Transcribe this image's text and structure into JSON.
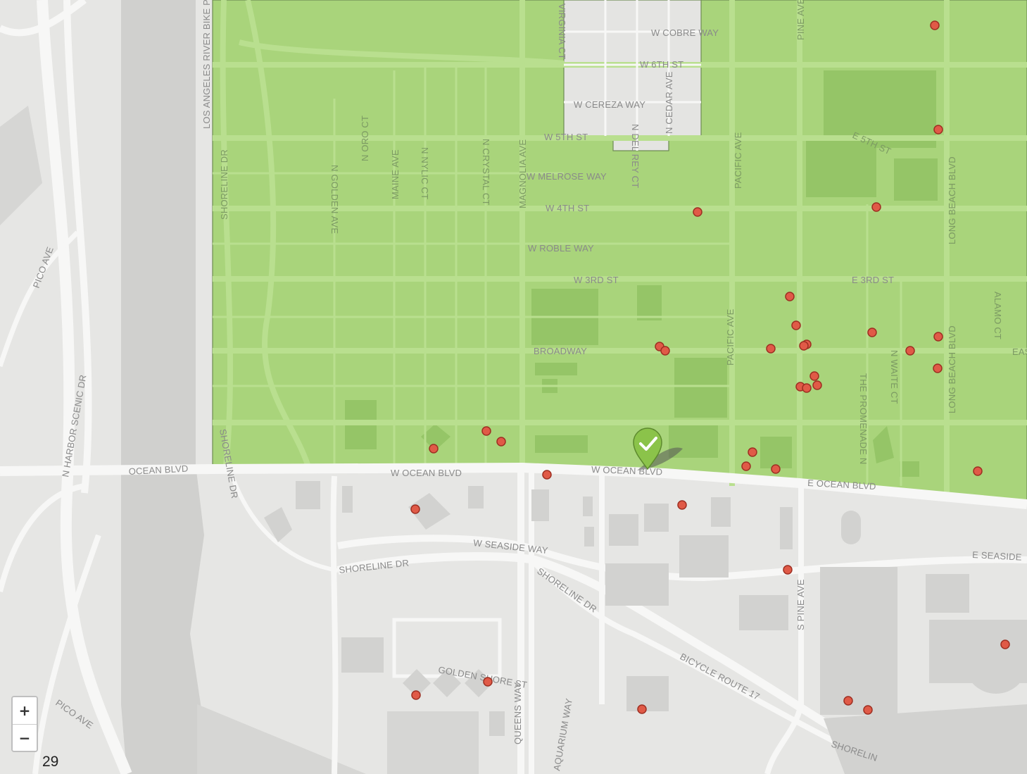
{
  "map": {
    "zoom_level": "29",
    "zoom_in_label": "+",
    "zoom_out_label": "−",
    "colors": {
      "land": "#e6e6e4",
      "road": "#f7f7f6",
      "highlight_fill": "#a9d47b",
      "highlight_road": "#b9df8f",
      "building": "#d2d2d0",
      "building_in_zone": "#95c567",
      "marker": "#e05a47",
      "selected_marker": "#8bc34a"
    },
    "street_labels": [
      {
        "text": "W COBRE WAY"
      },
      {
        "text": "W 6TH ST"
      },
      {
        "text": "W CEREZA WAY"
      },
      {
        "text": "W 5TH ST"
      },
      {
        "text": "W MELROSE WAY"
      },
      {
        "text": "W 4TH ST"
      },
      {
        "text": "W ROBLE WAY"
      },
      {
        "text": "W 3RD ST"
      },
      {
        "text": "E 3RD ST"
      },
      {
        "text": "BROADWAY"
      },
      {
        "text": "W OCEAN BLVD"
      },
      {
        "text": "W OCEAN BLVD"
      },
      {
        "text": "E OCEAN BLVD"
      },
      {
        "text": "OCEAN BLVD"
      },
      {
        "text": "W SEASIDE WAY"
      },
      {
        "text": "SHORELINE DR"
      },
      {
        "text": "SHORELINE DR"
      },
      {
        "text": "E SEASIDE"
      },
      {
        "text": "GOLDEN SHORE ST"
      },
      {
        "text": "BICYCLE ROUTE 17"
      },
      {
        "text": "SHORELIN"
      },
      {
        "text": "PICO AVE"
      },
      {
        "text": "PICO AVE"
      },
      {
        "text": "N HARBOR SCENIC DR"
      },
      {
        "text": "LOS ANGELES RIVER BIKE P"
      },
      {
        "text": "SHORELINE DR"
      },
      {
        "text": "SHORELINE DR"
      },
      {
        "text": "N GOLDEN AVE"
      },
      {
        "text": "N ORO CT"
      },
      {
        "text": "MAINE AVE"
      },
      {
        "text": "N NYLIC CT"
      },
      {
        "text": "N CRYSTAL CT"
      },
      {
        "text": "MAGNOLIA AVE"
      },
      {
        "text": "VIRGINIA CT"
      },
      {
        "text": "N DEL REY CT"
      },
      {
        "text": "N CEDAR AVE"
      },
      {
        "text": "PACIFIC AVE"
      },
      {
        "text": "PACIFIC AVE"
      },
      {
        "text": "PINE AVE"
      },
      {
        "text": "E 5TH ST"
      },
      {
        "text": "LONG BEACH BLVD"
      },
      {
        "text": "LONG BEACH BLVD"
      },
      {
        "text": "ALAMO CT"
      },
      {
        "text": "N WAITE CT"
      },
      {
        "text": "THE PROMENADE N"
      },
      {
        "text": "S PINE AVE"
      },
      {
        "text": "QUEENS WAY"
      },
      {
        "text": "AQUARIUM WAY"
      },
      {
        "text": "EAS"
      }
    ]
  }
}
